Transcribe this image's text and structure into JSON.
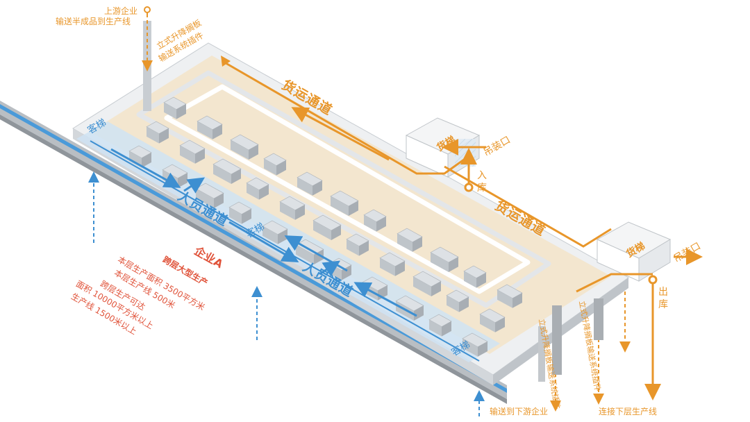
{
  "labels": {
    "upstream": "上游企业",
    "upstream_line2": "输送半成品到生产线",
    "lift_system_top_1": "立式升降搁板",
    "lift_system_top_2": "输送系统插件",
    "cargo_corridor_top": "货运通道",
    "cargo_corridor_mid": "货运通道",
    "cargo_elevator_1": "货梯",
    "cargo_elevator_2": "货梯",
    "crane_port_1": "吊装口",
    "crane_port_2": "吊装口",
    "inbound_1": "入",
    "inbound_2": "库",
    "outbound_1": "出",
    "outbound_2": "库",
    "passenger_elevator_1": "客梯",
    "passenger_elevator_2": "客梯",
    "passenger_elevator_3": "客梯",
    "people_corridor_1": "人员通道",
    "people_corridor_2": "人员通道",
    "company": "企业A",
    "desc_title": "跨层大型生产",
    "desc_line1": "本层生产面积 3500平方米",
    "desc_line2": "本层生产线 500米",
    "desc_line3": "跨层生产可达",
    "desc_line4": "面积 10000平方米以上",
    "desc_line5": "生产线 1500米以上",
    "lift_system_bottom": "立式升降搁板输送系统插件",
    "lift_system_bottom_2": "立式升降搁板输送系统插件",
    "downstream": "输送到下游企业",
    "next_floor": "连接下层生产线"
  },
  "colors": {
    "orange": "#e8962a",
    "blue": "#3d8fd1",
    "red": "#e0533a",
    "floor": "#f3e6cf",
    "machine": "#c9ced3",
    "wall": "#e9ecef"
  }
}
